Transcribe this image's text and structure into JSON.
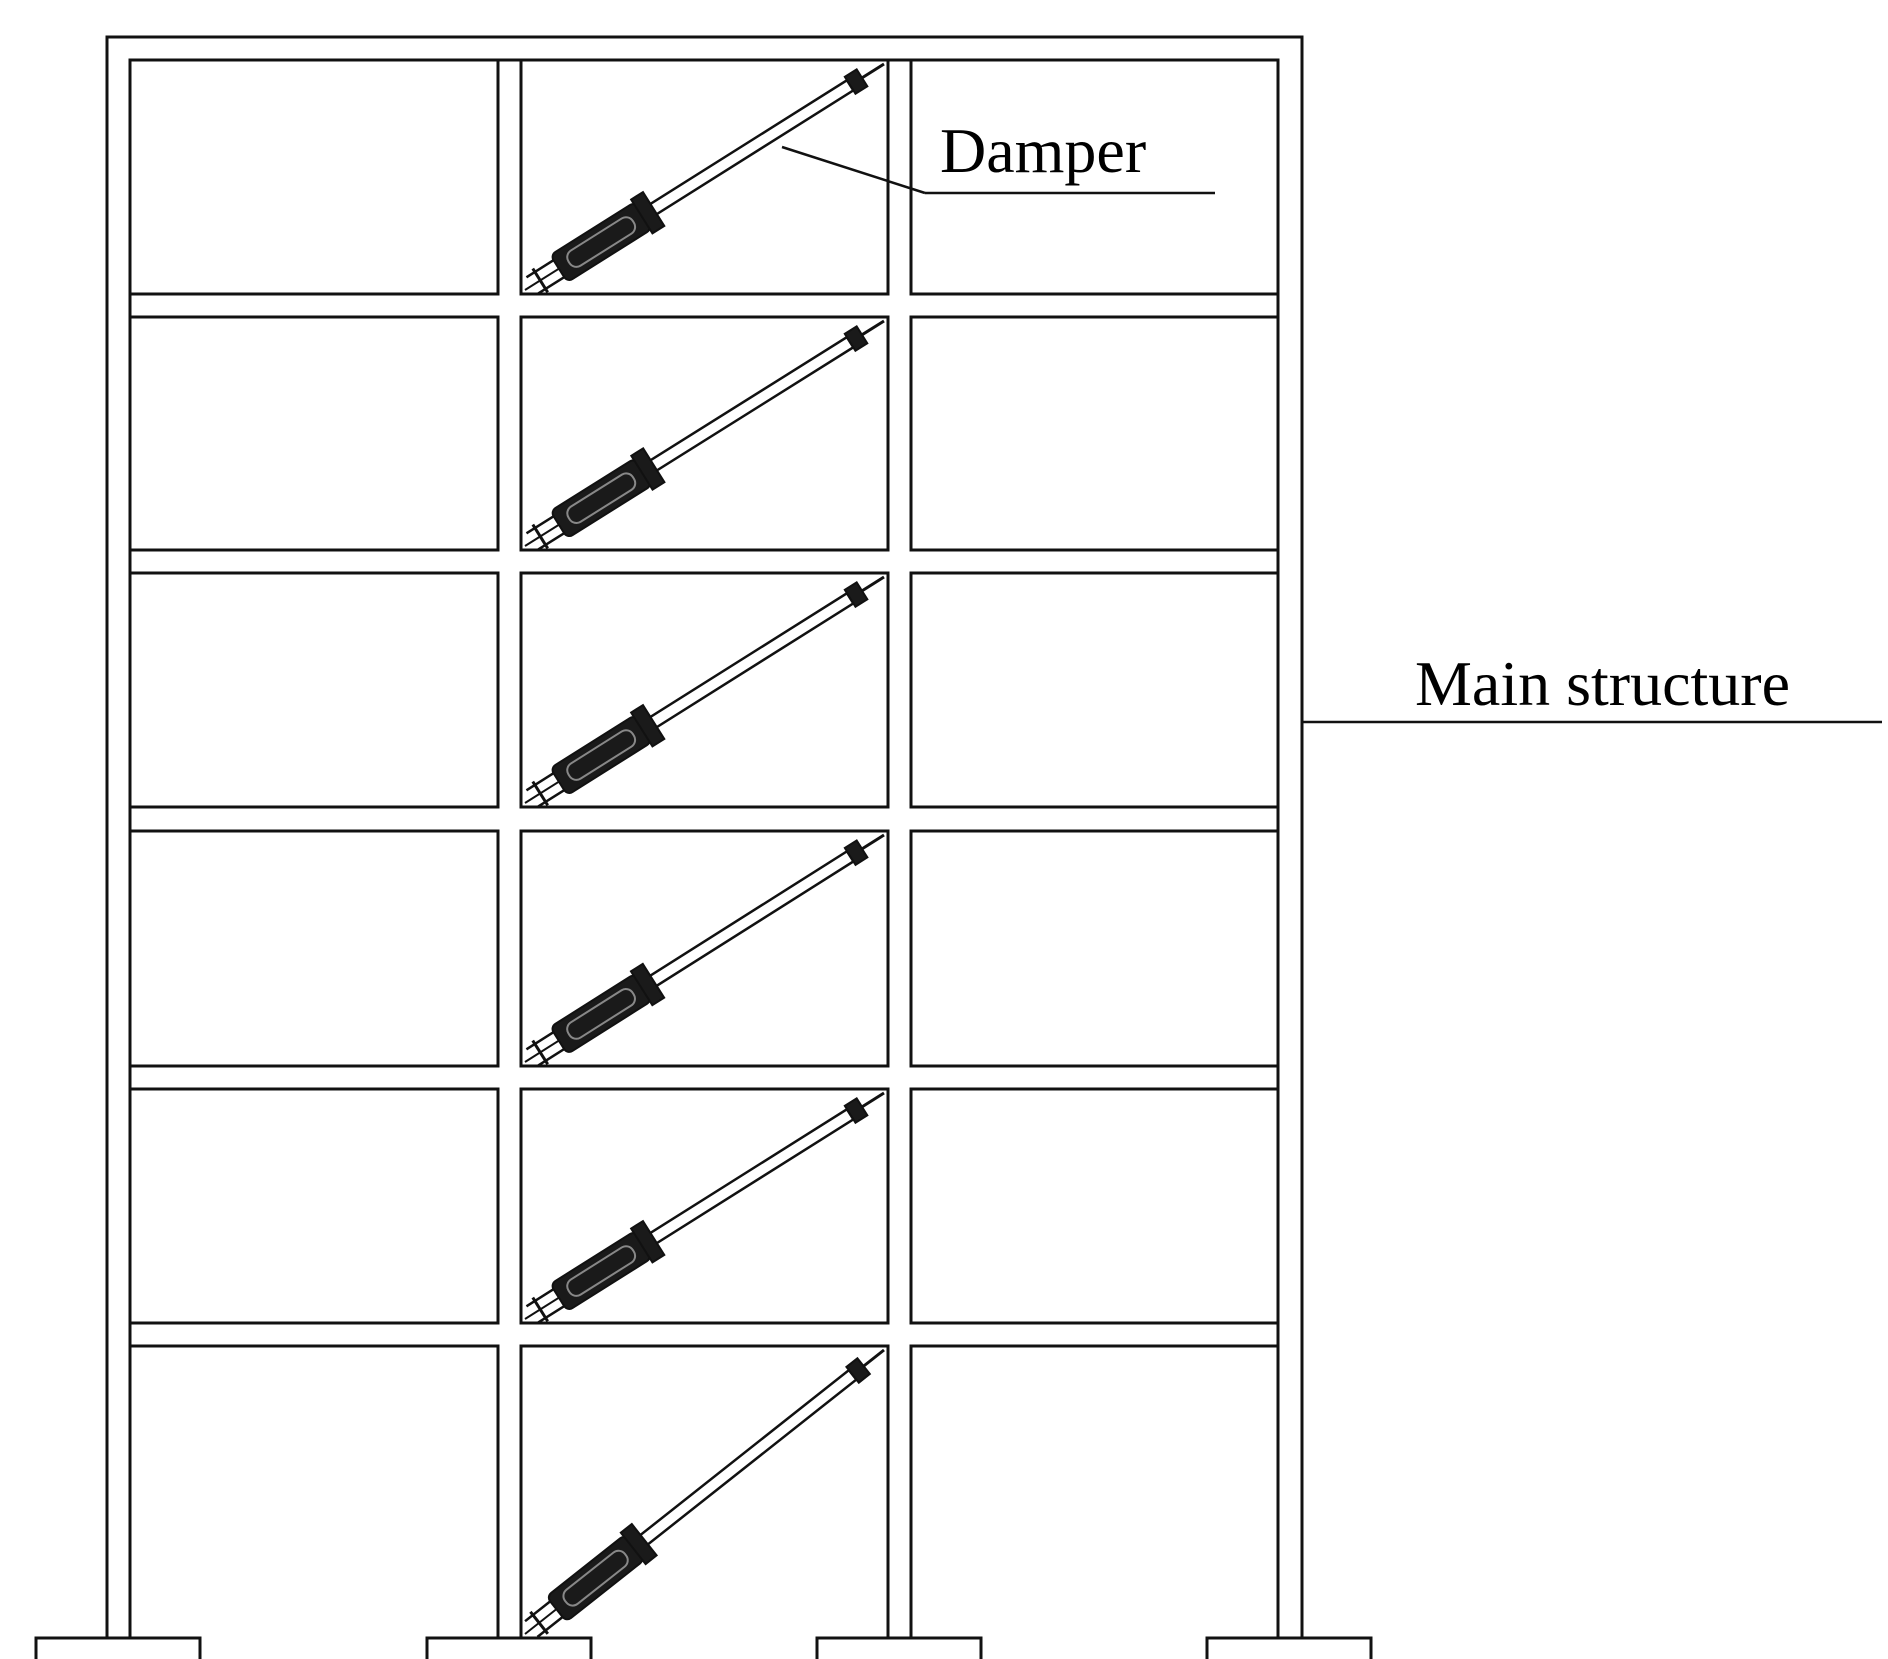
{
  "labels": {
    "damper": "Damper",
    "main_structure": "Main structure"
  },
  "colors": {
    "line": "#111111",
    "damper_body": "#1a1a1a",
    "background": "#ffffff"
  },
  "structure": {
    "stories": 6,
    "bays": 3,
    "damper_bay": 2
  }
}
